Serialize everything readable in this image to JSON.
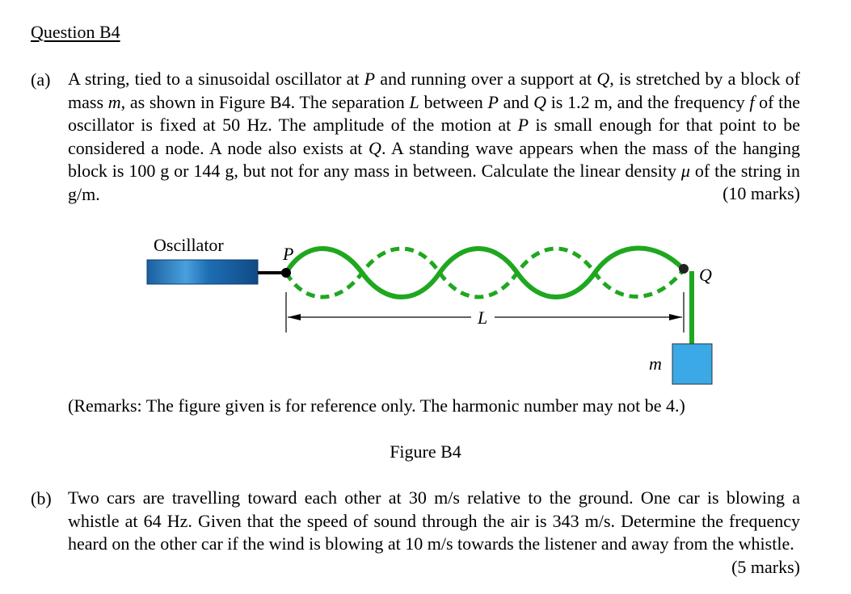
{
  "question": {
    "title": "Question B4"
  },
  "part_a": {
    "label": "(a)",
    "text_segments": [
      {
        "t": "A string, tied to a sinusoidal oscillator at "
      },
      {
        "t": "P",
        "i": true
      },
      {
        "t": " and running over a support at "
      },
      {
        "t": "Q",
        "i": true
      },
      {
        "t": ", is stretched by a block of mass "
      },
      {
        "t": "m",
        "i": true
      },
      {
        "t": ", as shown in Figure B4. The separation "
      },
      {
        "t": "L",
        "i": true
      },
      {
        "t": " between "
      },
      {
        "t": "P",
        "i": true
      },
      {
        "t": " and "
      },
      {
        "t": "Q",
        "i": true
      },
      {
        "t": " is 1.2 m, and the frequency "
      },
      {
        "t": "f",
        "i": true
      },
      {
        "t": " of the oscillator is fixed at 50 Hz. The amplitude of the motion at "
      },
      {
        "t": "P",
        "i": true
      },
      {
        "t": " is small enough for that point to be considered a node. A node also exists at "
      },
      {
        "t": "Q",
        "i": true
      },
      {
        "t": ". A standing wave appears when the mass of the hanging block is 100 g or 144 g, but not for any mass in between. Calculate the linear density "
      },
      {
        "t": "μ",
        "i": true
      },
      {
        "t": " of the string in g/m."
      }
    ],
    "marks": "(10 marks)"
  },
  "figure": {
    "oscillator_label": "Oscillator",
    "point_p": "P",
    "point_q": "Q",
    "length_label": "L",
    "mass_label": "m",
    "remarks": "(Remarks: The figure given is for reference only. The harmonic number may not be 4.)",
    "caption": "Figure B4",
    "colors": {
      "string": "#1fa71f",
      "block": "#3aa9e6",
      "oscillator": "#1f6fb0"
    }
  },
  "part_b": {
    "label": "(b)",
    "text": "Two cars are travelling toward each other at 30 m/s relative to the ground. One car is blowing a whistle at 64 Hz. Given that the speed of sound through the air is 343 m/s. Determine the frequency heard on the other car if the wind is blowing at 10 m/s towards the listener and away from the whistle.",
    "marks": "(5 marks)"
  }
}
